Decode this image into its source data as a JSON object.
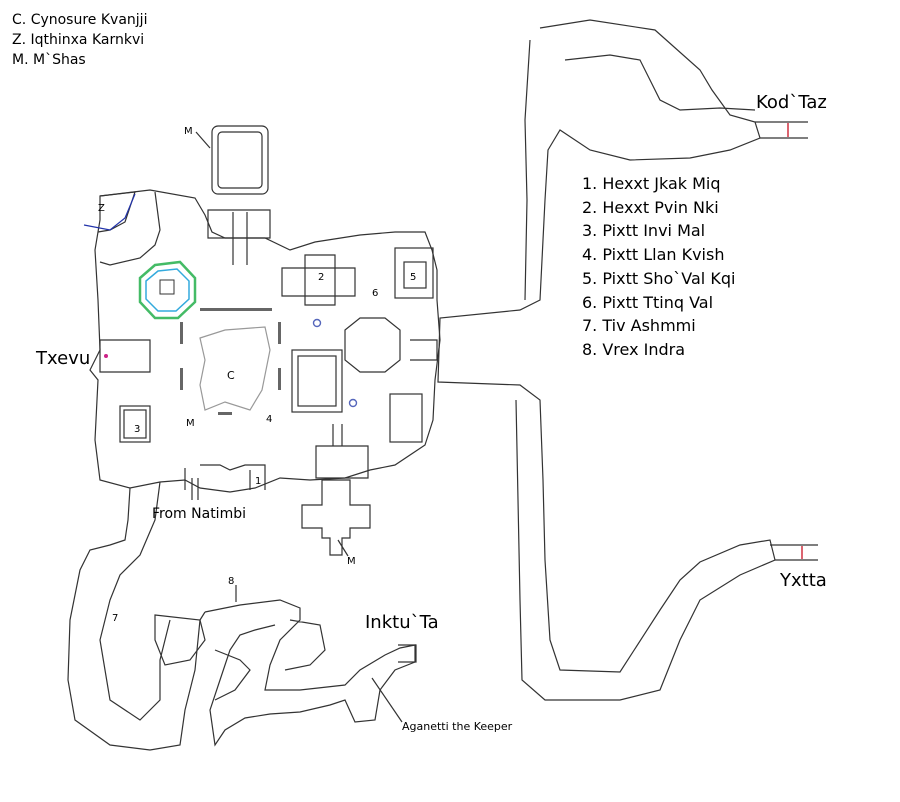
{
  "legend_top": [
    {
      "key": "C.",
      "name": "Cynosure Kvanjji"
    },
    {
      "key": "Z.",
      "name": "Iqthinxa Karnkvi"
    },
    {
      "key": "M.",
      "name": "M`Shas"
    }
  ],
  "legend_numbered": [
    {
      "key": "1.",
      "name": "Hexxt Jkak Miq"
    },
    {
      "key": "2.",
      "name": "Hexxt Pvin Nki"
    },
    {
      "key": "3.",
      "name": "Pixtt Invi Mal"
    },
    {
      "key": "4.",
      "name": "Pixtt Llan Kvish"
    },
    {
      "key": "5.",
      "name": "Pixtt Sho`Val Kqi"
    },
    {
      "key": "6.",
      "name": "Pixtt Ttinq Val"
    },
    {
      "key": "7.",
      "name": "Tiv Ashmmi"
    },
    {
      "key": "8.",
      "name": "Vrex Indra"
    }
  ],
  "zones": {
    "kodtaz": "Kod`Taz",
    "yxtta": "Yxtta",
    "txevu": "Txevu",
    "inktuta": "Inktu`Ta",
    "from_natimbi": "From Natimbi",
    "aganetti": "Aganetti the Keeper"
  },
  "markers": {
    "c": "C",
    "z": "Z",
    "m": "M",
    "n1": "1",
    "n2": "2",
    "n3": "3",
    "n4": "4",
    "n5": "5",
    "n6": "6",
    "n7": "7",
    "n8": "8"
  },
  "colors": {
    "wall": "#333333",
    "wall_light": "#999999",
    "fill_gray": "#cccccc",
    "pillar_green": "#44bb66",
    "pillar_cyan": "#33aadd",
    "z_line": "#2233aa",
    "door_red": "#cc2233",
    "portal_blue": "#5566bb"
  }
}
